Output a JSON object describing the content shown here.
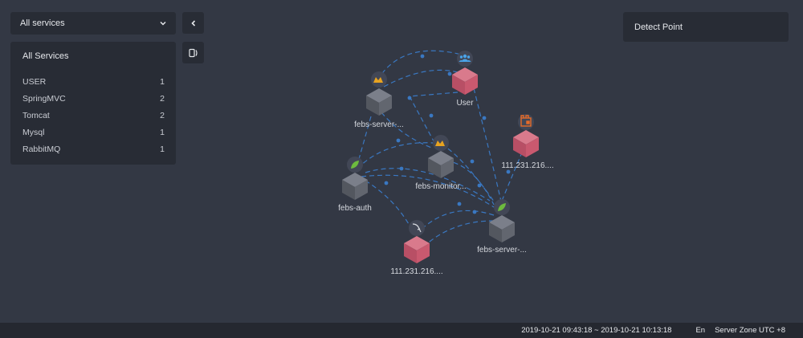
{
  "service_select": {
    "value": "All services"
  },
  "services_panel": {
    "title": "All Services",
    "items": [
      {
        "name": "USER",
        "count": "1"
      },
      {
        "name": "SpringMVC",
        "count": "2"
      },
      {
        "name": "Tomcat",
        "count": "2"
      },
      {
        "name": "Mysql",
        "count": "1"
      },
      {
        "name": "RabbitMQ",
        "count": "1"
      }
    ]
  },
  "detect_panel": {
    "title": "Detect Point"
  },
  "topology": {
    "nodes": [
      {
        "label": "User",
        "type": "user-icon",
        "color": "#c9596f"
      },
      {
        "label": "febs-server-...",
        "type": "tomcat-icon",
        "color": "#5c606b"
      },
      {
        "label": "111.231.216....",
        "type": "rabbitmq-icon",
        "color": "#c9596f"
      },
      {
        "label": "febs-monitor...",
        "type": "tomcat-icon",
        "color": "#5c606b"
      },
      {
        "label": "febs-auth",
        "type": "spring-icon",
        "color": "#5c606b"
      },
      {
        "label": "111.231.216....",
        "type": "mysql-icon",
        "color": "#c9596f"
      },
      {
        "label": "febs-server-...",
        "type": "spring-icon",
        "color": "#5c606b"
      }
    ]
  },
  "footer": {
    "time_range": "2019-10-21 09:43:18 ~ 2019-10-21 10:13:18",
    "language": "En",
    "server_zone": "Server Zone UTC +8"
  }
}
